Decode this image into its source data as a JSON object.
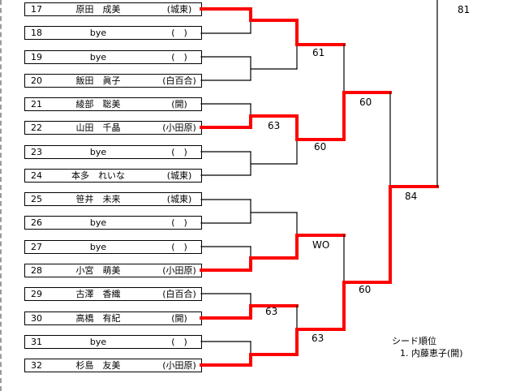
{
  "entries": [
    {
      "num": "17",
      "name": "原田　成美",
      "club": "(城東)"
    },
    {
      "num": "18",
      "name": "bye",
      "club": "(　)"
    },
    {
      "num": "19",
      "name": "bye",
      "club": "(　)"
    },
    {
      "num": "20",
      "name": "飯田　眞子",
      "club": "(白百合)"
    },
    {
      "num": "21",
      "name": "綾部　聡美",
      "club": "(開)"
    },
    {
      "num": "22",
      "name": "山田　千晶",
      "club": "(小田原)"
    },
    {
      "num": "23",
      "name": "bye",
      "club": "(　)"
    },
    {
      "num": "24",
      "name": "本多　れいな",
      "club": "(城東)"
    },
    {
      "num": "25",
      "name": "笹井　未来",
      "club": "(城東)"
    },
    {
      "num": "26",
      "name": "bye",
      "club": "(　)"
    },
    {
      "num": "27",
      "name": "bye",
      "club": "(　)"
    },
    {
      "num": "28",
      "name": "小宮　萌美",
      "club": "(小田原)"
    },
    {
      "num": "29",
      "name": "古澤　香織",
      "club": "(白百合)"
    },
    {
      "num": "30",
      "name": "高橋　有紀",
      "club": "(開)"
    },
    {
      "num": "31",
      "name": "bye",
      "club": "(　)"
    },
    {
      "num": "32",
      "name": "杉島　友美",
      "club": "(小田原)"
    }
  ],
  "scores": {
    "top_final": "81",
    "r2_a": "61",
    "r2_b": "63",
    "r3_a": "60",
    "r4_top": "60",
    "r2_c": "WO",
    "r2_d": "63",
    "r3_b": "63",
    "r4_bottom": "60",
    "semi": "84"
  },
  "seed": {
    "title": "シード順位",
    "line1": "1. 内藤恵子(開)"
  },
  "colors": {
    "winner": "#ff0000",
    "line": "#000000"
  }
}
